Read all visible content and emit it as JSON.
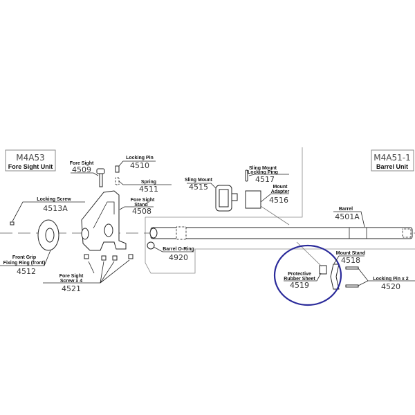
{
  "units": [
    {
      "code": "M4A53",
      "name": "Fore Sight Unit"
    },
    {
      "code": "M4A51-1",
      "name": "Barrel Unit"
    }
  ],
  "parts": {
    "fore_sight": {
      "label": "Fore Sight",
      "number": "4509"
    },
    "locking_pin": {
      "label": "Locking Pin",
      "number": "4510"
    },
    "spring": {
      "label": "Spring",
      "number": "4511"
    },
    "locking_screw": {
      "label": "Locking Screw",
      "number": "4513A"
    },
    "fore_sight_stand": {
      "label1": "Fore Sight",
      "label2": "Stand",
      "number": "4508"
    },
    "front_grip": {
      "label1": "Front Grip",
      "label2": "Fixing Ring (front)",
      "number": "4512"
    },
    "fore_sight_screw": {
      "label1": "Fore Sight",
      "label2": "Screw x 4",
      "number": "4521"
    },
    "barrel_oring": {
      "label": "Barrel O-Ring",
      "number": "4920"
    },
    "sling_mount": {
      "label": "Sling Mount",
      "number": "4515"
    },
    "sling_mount_pin": {
      "label1": "Sling Mount",
      "label2": "Locking Ping",
      "number": "4517"
    },
    "mount_adapter": {
      "label1": "Mount",
      "label2": "Adapter",
      "number": "4516"
    },
    "barrel": {
      "label": "Barrel",
      "number": "4501A"
    },
    "mount_stand": {
      "label": "Mount Stand",
      "number": "4518"
    },
    "rubber_sheet": {
      "label1": "Protective",
      "label2": "Rubber Sheet",
      "number": "4519"
    },
    "locking_pin_x2": {
      "label": "Locking Pin x 2",
      "number": "4520"
    }
  },
  "highlight_color": "#2a2a9a"
}
